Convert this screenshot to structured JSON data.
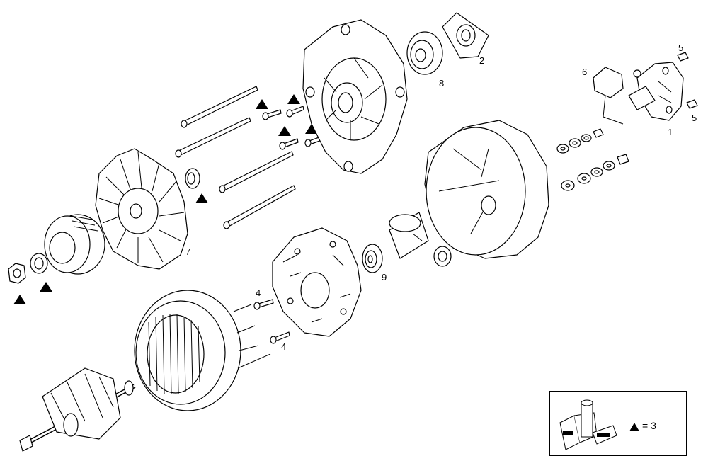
{
  "callouts": {
    "c1": "1",
    "c2": "2",
    "c4a": "4",
    "c4b": "4",
    "c5a": "5",
    "c5b": "5",
    "c6": "6",
    "c7": "7",
    "c8": "8",
    "c9": "9"
  },
  "legend": {
    "symbol": "triangle",
    "text": "= 3"
  }
}
